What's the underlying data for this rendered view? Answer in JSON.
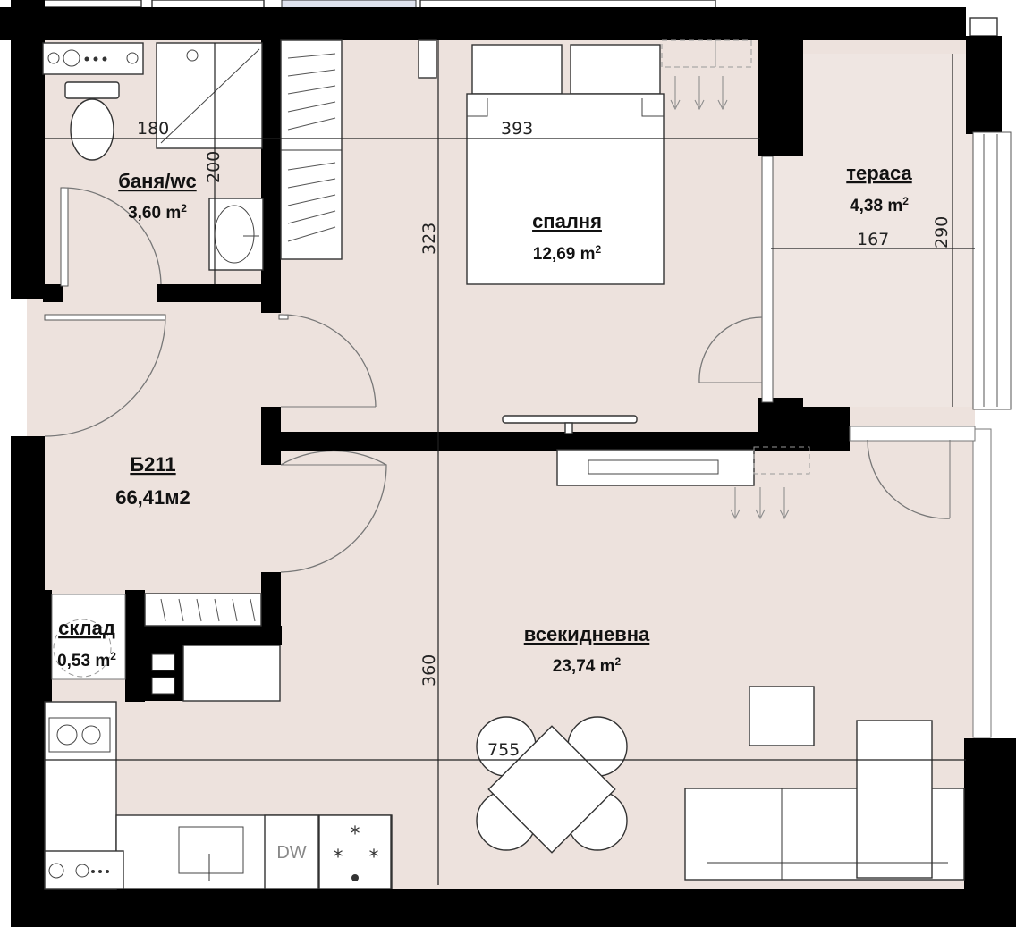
{
  "unit": {
    "code": "Б211",
    "area": "66,41м2"
  },
  "rooms": {
    "bath": {
      "name": "баня/wc",
      "area": "3,60 m",
      "sup": "2"
    },
    "bedroom": {
      "name": "спалня",
      "area": "12,69 m",
      "sup": "2"
    },
    "terrace": {
      "name": "тераса",
      "area": "4,38 m",
      "sup": "2"
    },
    "storage": {
      "name": "склад",
      "area": "0,53 m",
      "sup": "2"
    },
    "living": {
      "name": "всекидневна",
      "area": "23,74 m",
      "sup": "2"
    }
  },
  "dimensions": {
    "bath_width": "180",
    "bath_depth": "200",
    "bedroom_width": "393",
    "bedroom_depth": "323",
    "terrace_width": "167",
    "terrace_depth": "290",
    "living_depth": "360",
    "living_width": "755"
  },
  "appliances": {
    "dishwasher": "DW"
  },
  "colors": {
    "floor": "#ede2dd",
    "wall": "#000000",
    "terrace_floor": "#efe6e2"
  }
}
